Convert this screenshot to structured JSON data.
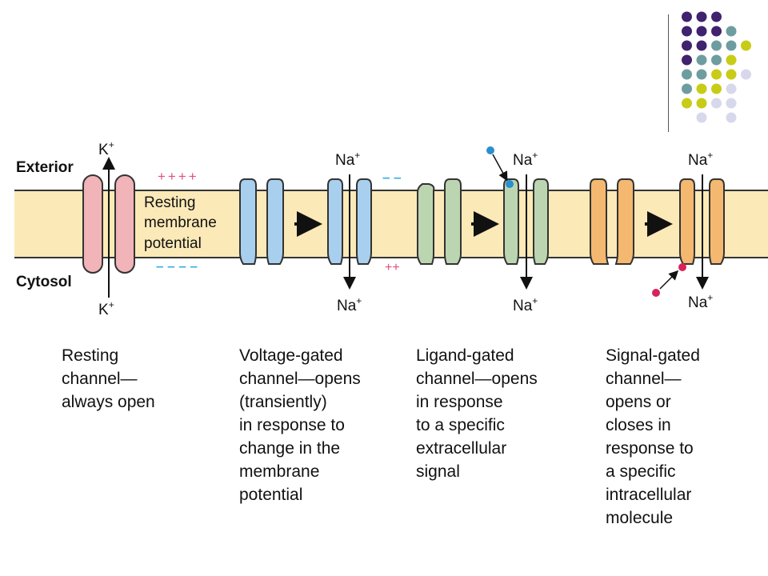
{
  "colors": {
    "membrane": "#fbe9b7",
    "resting": "#f0b4b9",
    "voltage": "#a9cfee",
    "ligand": "#bcd5b1",
    "signal": "#f4b870",
    "plus": "#e0507a",
    "minus": "#34aee0",
    "ligand_dot": "#2a8fcf",
    "signal_dot": "#d8235a",
    "deco_purple": "#40226e",
    "deco_teal": "#6e9da0",
    "deco_yellow": "#c8cc16",
    "deco_lavender": "#d8d8ec"
  },
  "labels": {
    "exterior": "Exterior",
    "cytosol": "Cytosol",
    "resting_potential": [
      "Resting",
      "membrane",
      "potential"
    ],
    "plus_top": "++++",
    "minus_bottom": "– – – –",
    "minus_top": "– –",
    "plus_bottom": "++"
  },
  "ions": {
    "k_top": "K",
    "k_bottom": "K",
    "na_voltage_top": "Na",
    "na_voltage_bottom": "Na",
    "na_ligand_top": "Na",
    "na_ligand_bottom": "Na",
    "na_signal_top": "Na",
    "na_signal_bottom": "Na",
    "charge": "+"
  },
  "captions": {
    "resting": "Resting\nchannel—\nalways open",
    "voltage": "Voltage-gated\nchannel—opens\n(transiently)\nin response to\nchange in the\nmembrane\npotential",
    "ligand": "Ligand-gated\nchannel—opens\nin response\nto a specific\nextracellular\nsignal",
    "signal": "Signal-gated\nchannel—\nopens or\ncloses in\nresponse to\na specific\nintracellular\nmolecule"
  }
}
